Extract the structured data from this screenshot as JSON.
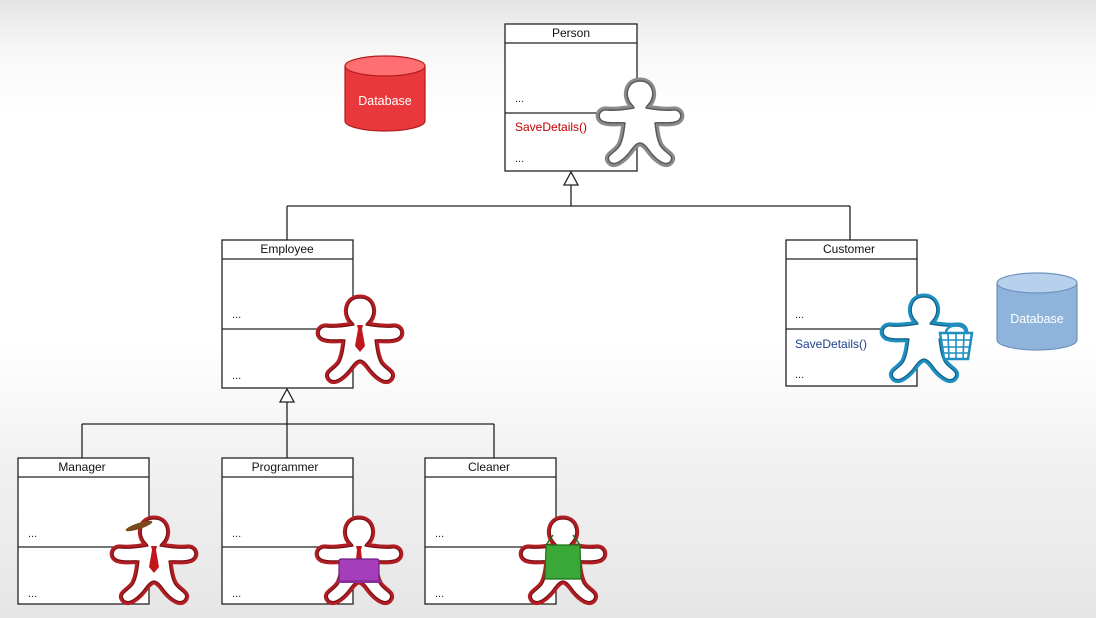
{
  "databases": {
    "db_person": {
      "label": "Database",
      "color": "#e8383b",
      "top": "#ff6e70",
      "dark": "#b01c1f"
    },
    "db_customer": {
      "label": "Database",
      "color": "#8fb4db",
      "top": "#b7d0ec",
      "dark": "#6f93bd"
    }
  },
  "classes": {
    "person": {
      "name": "Person",
      "attr": "...",
      "method": "SaveDetails()",
      "method_extra": "..."
    },
    "employee": {
      "name": "Employee",
      "attr": "...",
      "method_extra": "..."
    },
    "customer": {
      "name": "Customer",
      "attr": "...",
      "method": "SaveDetails()",
      "method_extra": "..."
    },
    "manager": {
      "name": "Manager",
      "attr": "...",
      "method_extra": "..."
    },
    "programmer": {
      "name": "Programmer",
      "attr": "...",
      "method_extra": "..."
    },
    "cleaner": {
      "name": "Cleaner",
      "attr": "...",
      "method_extra": "..."
    }
  },
  "figures": {
    "person": "gingerbread-person-icon",
    "employee": "employee-with-tie-icon",
    "customer": "customer-with-basket-icon",
    "manager": "manager-with-cigar-icon",
    "programmer": "programmer-with-laptop-icon",
    "cleaner": "cleaner-with-apron-icon"
  },
  "colors": {
    "figure_gray": "#8a8a8a",
    "figure_red": "#b01e23",
    "figure_blue": "#1f8fc0",
    "laptop_purple": "#a63dbb",
    "apron_green": "#3aa836"
  }
}
